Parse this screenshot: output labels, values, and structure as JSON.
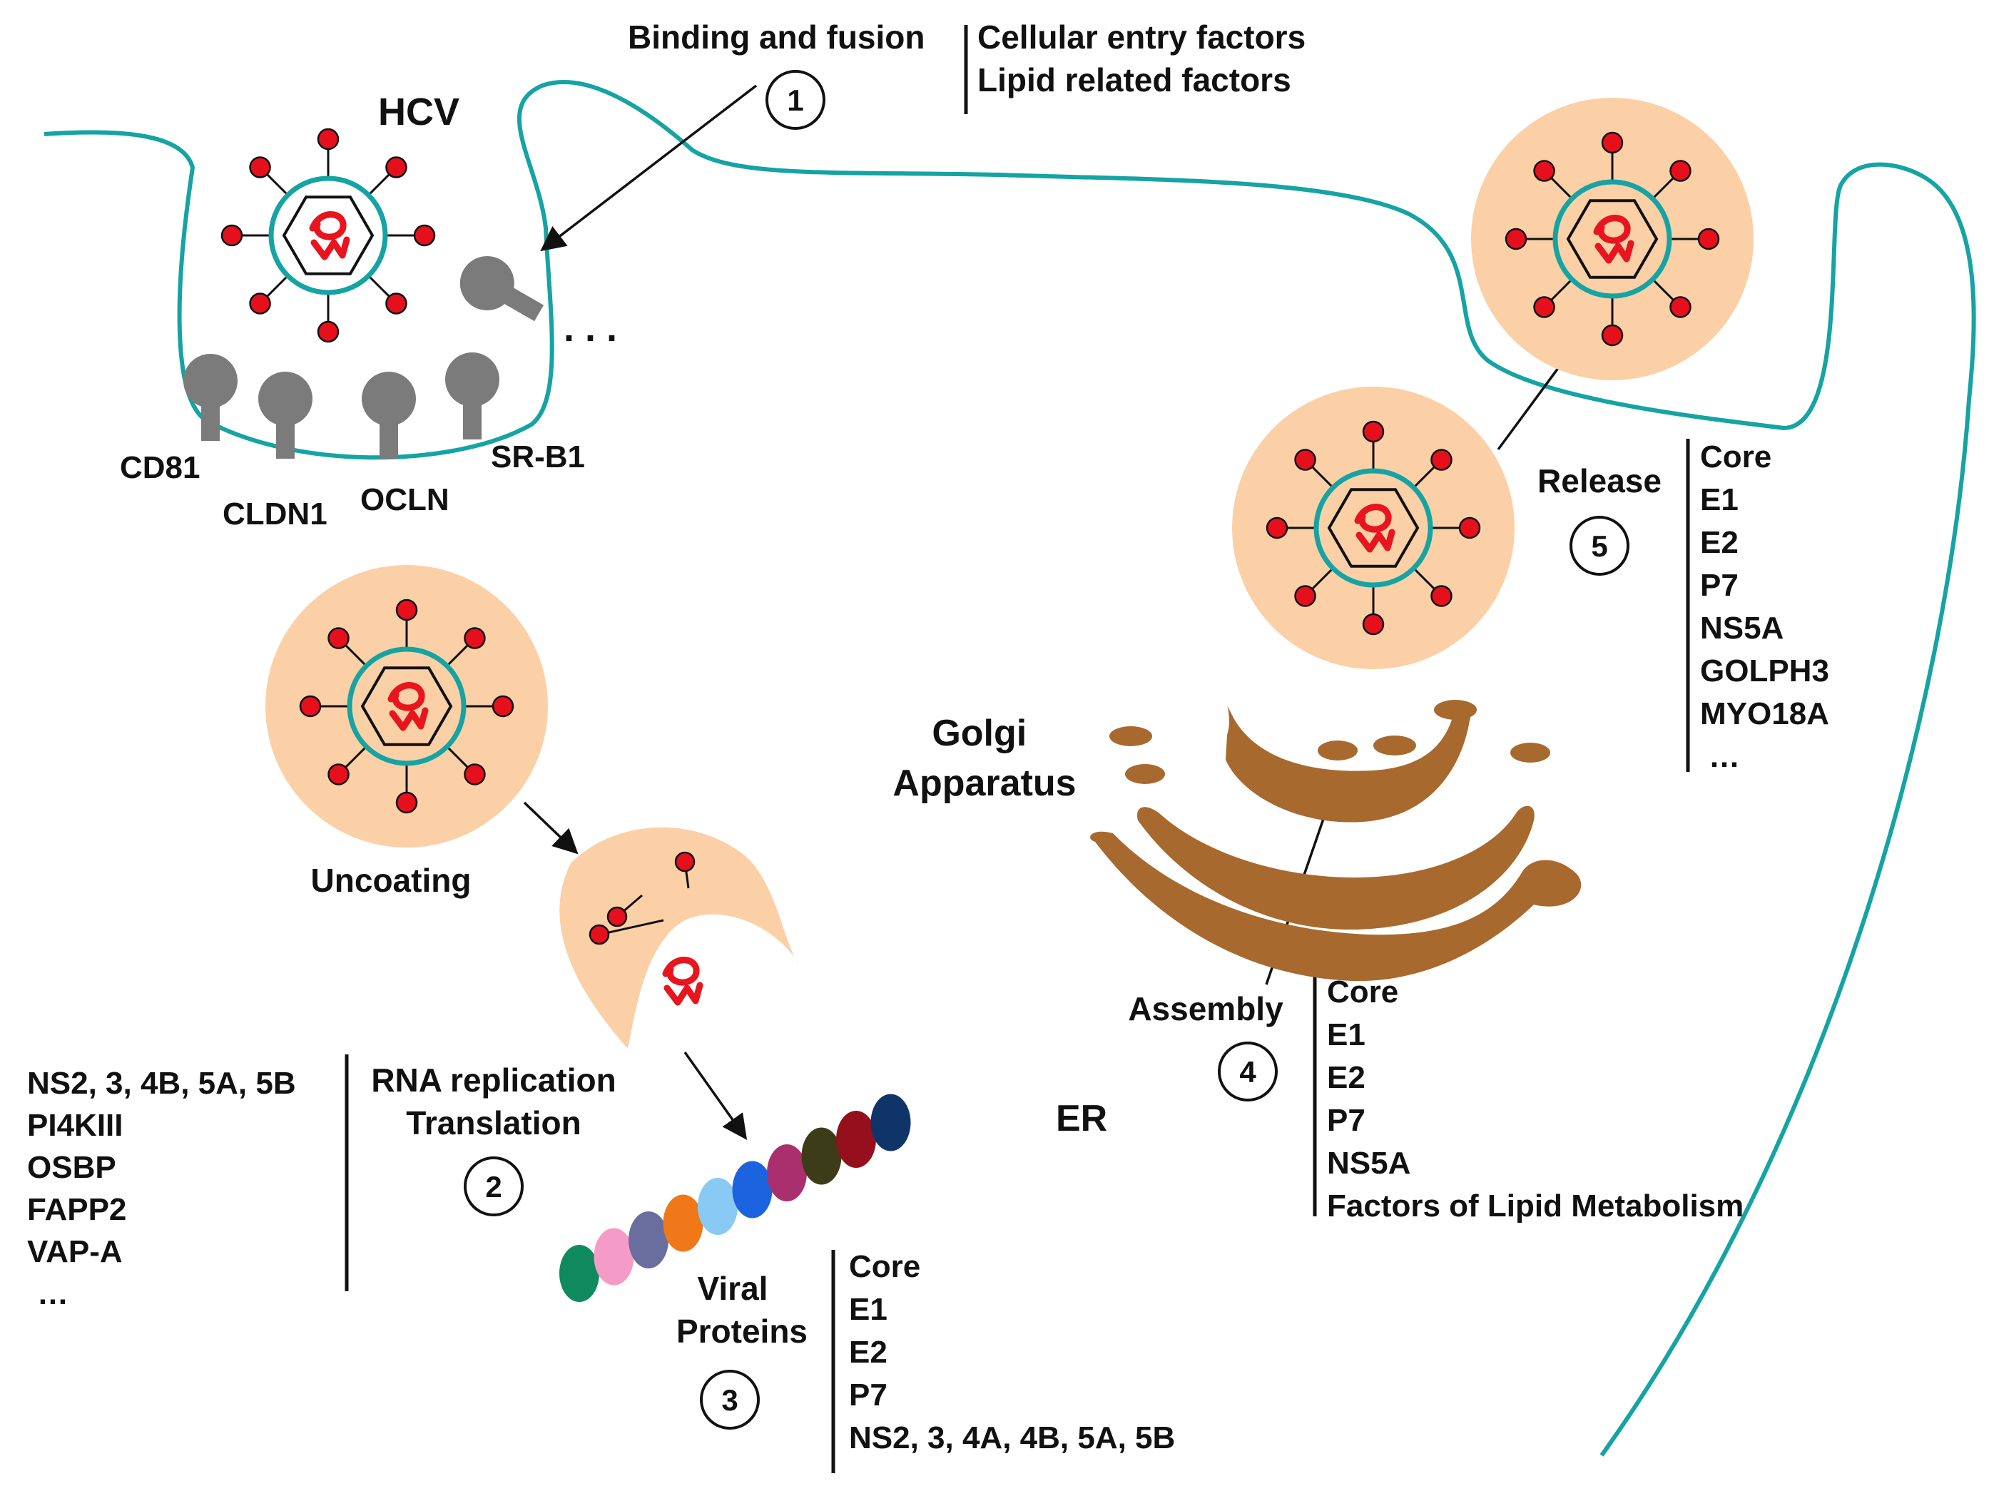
{
  "colors": {
    "membrane": "#15a3a3",
    "vesicle": "#fbd0a6",
    "golgi": "#a8692e",
    "spike": "#e5101c",
    "rna": "#e8141e",
    "receptor": "#7b7b7b",
    "text": "#111111",
    "ribosomes": [
      "#0f8a5e",
      "#f59bc8",
      "#6a6e9e",
      "#f07818",
      "#88caf3",
      "#1c63e0",
      "#aa2f6d",
      "#3c3c18",
      "#950f1d",
      "#0f3568"
    ]
  },
  "labels": {
    "hcv": "HCV",
    "er": "ER",
    "golgi_line1": "Golgi",
    "golgi_line2": "Apparatus",
    "receptor_ellipsis": ". . .",
    "uncoating": "Uncoating"
  },
  "receptors": [
    "CD81",
    "CLDN1",
    "OCLN",
    "SR-B1"
  ],
  "steps": [
    {
      "number": "1",
      "title_lines": [
        "Binding and fusion"
      ],
      "factors": [
        "Cellular  entry  factors",
        "Lipid related factors"
      ]
    },
    {
      "number": "2",
      "title_lines": [
        "RNA replication",
        "Translation"
      ],
      "factors": [
        "NS2, 3, 4B, 5A, 5B",
        "PI4KIII",
        "OSBP",
        "FAPP2",
        "VAP-A",
        "…"
      ]
    },
    {
      "number": "3",
      "title_lines": [
        "Viral",
        "Proteins"
      ],
      "factors": [
        "Core",
        "E1",
        "E2",
        "P7",
        "NS2, 3, 4A, 4B, 5A, 5B"
      ]
    },
    {
      "number": "4",
      "title_lines": [
        "Assembly"
      ],
      "factors": [
        "Core",
        "E1",
        "E2",
        "P7",
        "NS5A",
        "Factors of Lipid Metabolism"
      ]
    },
    {
      "number": "5",
      "title_lines": [
        "Release"
      ],
      "factors": [
        "Core",
        "E1",
        "E2",
        "P7",
        "NS5A",
        "GOLPH3",
        "MYO18A",
        "…"
      ]
    }
  ]
}
